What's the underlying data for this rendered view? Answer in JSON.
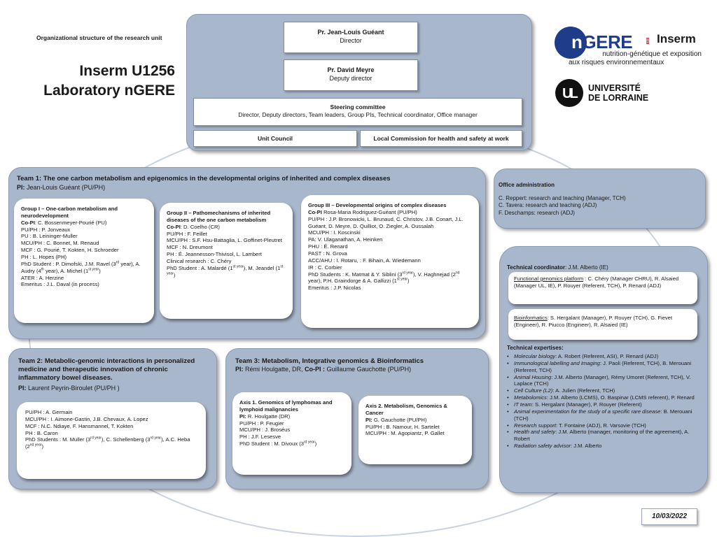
{
  "header": {
    "subtitle": "Organizational structure of the research unit",
    "title_line1": "Inserm U1256",
    "title_line2": "Laboratory nGERE"
  },
  "logos": {
    "ngere_mark": "n-GERE",
    "ngere_n": "n",
    "ngere_rest": "GERE",
    "inserm": "Inserm",
    "ngere_sub_line1": "nutrition-génétique et exposition",
    "ngere_sub_line2": "aux risques environnementaux",
    "ul_mark": "UL",
    "ul_line1": "UNIVERSITÉ",
    "ul_line2": "DE LORRAINE"
  },
  "direction": {
    "director_name": "Pr. Jean-Louis Guéant",
    "director_role": "Director",
    "deputy_name": "Pr. David Meyre",
    "deputy_role": "Deputy director",
    "steering_title": "Steering committee",
    "steering_members": "Director, Deputy directors, Team leaders, Group PIs, Technical coordinator, Office manager",
    "unit_council": "Unit Council",
    "local_commission": "Local Commission for health and safety at work"
  },
  "team1": {
    "title": "Team 1: The one carbon metabolism and epigenomics in the developmental origins of inherited and complex diseases",
    "pi_label": "PI:",
    "pi_value": " Jean-Louis Guéant (PU/PH)",
    "group1": {
      "title": "Group I – One-carbon metabolism and neurodevelopment",
      "copi_label": "Co-PI",
      "copi_value": ": C. Bossenmeyer-Pourié (PU)",
      "l1": "PU/PH : P. Jonveaux",
      "l2": "PU : B. Leininger-Muller",
      "l3": "MCU/PH : C. Bonnet,  M. Renaud",
      "l4": "MCF : G. Pourié, T. Kokten,  H. Schroeder",
      "l5": "PH :  L. Hopes (PH)",
      "phd_a": "PhD Student : P. Dimofski, J.M. Ravel (3",
      "phd_a_sup": "rd",
      "phd_b": " year),  A. Audry (4",
      "phd_b_sup": "th",
      "phd_c": " year), A. Michel (1",
      "phd_c_sup": "st year",
      "phd_d": ")",
      "l7": "ATER  :  A. Herzine",
      "l8": "Emeritus : J.L. Daval (in process)"
    },
    "group2": {
      "title": "Group II – Pathomechanisms of inherited diseases of the one carbon metabolism",
      "copi_label": "Co-PI",
      "copi_value": ": D. Coelho (CR)",
      "l1": "PU/PH : F. Feillet",
      "l2": "MCU/PH : S.F. Hsu-Battaglia, L. Goffinet-Pleutret",
      "l3": "MCF : N. Dreumont",
      "l4": "PH : É. Jeannesson-Thivisol, L. Lambert",
      "l5": "Clinical research : C. Chéry",
      "phd_a": "PhD Student : A. Malardé (1",
      "phd_a_sup": "st year",
      "phd_b": "), M. Jeandel (1",
      "phd_b_sup": "st year",
      "phd_c": ")"
    },
    "group3": {
      "title": "Group III – Developmental origins of complex diseases",
      "copi_label": "Co-PI",
      "copi_value": " Rosa-Maria Rodriguez-Guéant (PU/PH)",
      "l1": "PU/PH : J.P. Bronowicki, L. Brunaud, C. Christov, J.B. Conart, J.L. Guéant, D. Meyre, D. Quilliot, O. Ziegler, A. Oussalah",
      "l2": "MCU/PH : I. Koscinski",
      "l3": "PA:  V. Ulaganathan, A. Heinken",
      "l4": "PHU : É. Renard",
      "l5": "PAST :  N. Grova",
      "l6": "ACC/AHU  : I. Rotaru, : F. Bihain, A. Wiedemann",
      "l7": "IR : C. Corbier",
      "phd_a": "PhD Students : K. Matmat & Y. Siblini (3",
      "phd_a_sup": "rd year",
      "phd_b": "), V. Haghnejad (2",
      "phd_b_sup": "nd",
      "phd_c": " year), P.H. Graindorge & A. Gallizzi (1",
      "phd_c_sup": "st year",
      "phd_d": ")",
      "l9": "Emeritus : J.P. Nicolas"
    }
  },
  "team2": {
    "title": "Team 2: Metabolic-genomic interactions in personalized medicine and therapeutic innovation of chronic inflammatory bowel diseases.",
    "pi_label": "PI:",
    "pi_value": " Laurent Peyrin-Biroulet (PU/PH )",
    "l1": "PU/PH : A. Germain",
    "l2": "MCU/PH : I. Aimone-Gastin, J.B. Chevaux, A. Lopez",
    "l3": "MCF : N.C. Ndiaye, F. Hansmannel, T. Kokten",
    "l4": "PH : B. Caron",
    "phd_a": "PhD Students : M. Muller (3",
    "phd_a_sup": "rd year",
    "phd_b": "), C. Schellenberg (3",
    "phd_b_sup": "rd year",
    "phd_c": "), A.C. Heba (2",
    "phd_c_sup": "nd year",
    "phd_d": ")"
  },
  "team3": {
    "title": "Team 3: Metabolism, Integrative genomics & Bioinformatics",
    "pi_label": "PI:",
    "pi_value": " Rémi Houlgatte, DR, ",
    "copi_label": "Co-PI :",
    "copi_value": " Guillaume Gauchotte (PU/PH)",
    "axis1": {
      "title": "Axis 1. Genomics of lymphomas and lymphoid malignancies",
      "pi_label": "PI:",
      "pi_value": " R. Houlgatte (DR)",
      "l1": "PU/PH : P. Feugier",
      "l2": "MCU/PH : J. Broséus",
      "l3": "PH : J.F. Lesesve",
      "phd_a": "PhD Student  : M. Divoux (3",
      "phd_a_sup": "rd year",
      "phd_b": ")"
    },
    "axis2": {
      "title": "Axis 2. Metabolism, Genomics & Cancer",
      "pi_label": "PI:",
      "pi_value": " G. Gauchotte (PU/PH)",
      "l1": "PU/PH : B. Namour, H. Sartelet",
      "l2": "MCU/PH : M. Agopiantz, P. Gallet"
    }
  },
  "office": {
    "title": "Office administration",
    "l1": "C. Reppert:  research and teaching (Manager, TCH)",
    "l2": "C. Tavera:  research and teaching (ADJ)",
    "l3": "F. Deschamps: research (ADJ)"
  },
  "technical": {
    "coord_label": "Technical coordinator",
    "coord_value": ": J.M. Alberto (IE)",
    "platform_label": "Functional genomics platform",
    "platform_value": " : C. Chéry (Manager CHRU), R. Alsaied (Manager UL, IE), P. Rouyer (Referent, TCH), P. Renard (ADJ)",
    "bioinfo_label": "Bioinformatics",
    "bioinfo_value": ": S. Hergalant (Manager), P. Rouyer (TCH), G. Fievet (Engineer), R. Piucco (Engineer), R. Alsaied (IE)",
    "expertise_title": "Technical expertises:",
    "expertises": [
      {
        "label": "Molecular biology",
        "text": ": A. Robert (Referent, ASI), P. Renard (ADJ)"
      },
      {
        "label": "Immunological labelling and Imaging",
        "text": ": J. Paoli (Referent, TCH), B. Merouani (Referent, TCH)"
      },
      {
        "label": "Animal Housing",
        "text": ": J.M. Alberto (Manager), Rémy Umoret (Referent, TCH), V. Laplace (TCH)"
      },
      {
        "label": "Cell Culture (L2)",
        "text": ": A. Julien (Referent, TCH)"
      },
      {
        "label": "Metabolomics",
        "text": ": J.M. Alberto (LCMS), O. Baspinar (LCMS referent), P. Renard"
      },
      {
        "label": "IT team",
        "text": ": S. Hergalant (Manager), P. Rouyer (Referent)"
      },
      {
        "label": "Animal experimentation for the study of a specific rare disease",
        "text": ": B. Merouani (TCH)"
      },
      {
        "label": "Research support",
        "text": ": T. Fontaine (ADJ), R. Varsovie (TCH)"
      },
      {
        "label": "Health and safety",
        "text": ": J.M. Alberto (manager, monitoring of the agreement), A. Robert"
      },
      {
        "label": "Radiation safety advisor",
        "text": ": J.M. Alberto"
      }
    ]
  },
  "date": "10/03/2022"
}
